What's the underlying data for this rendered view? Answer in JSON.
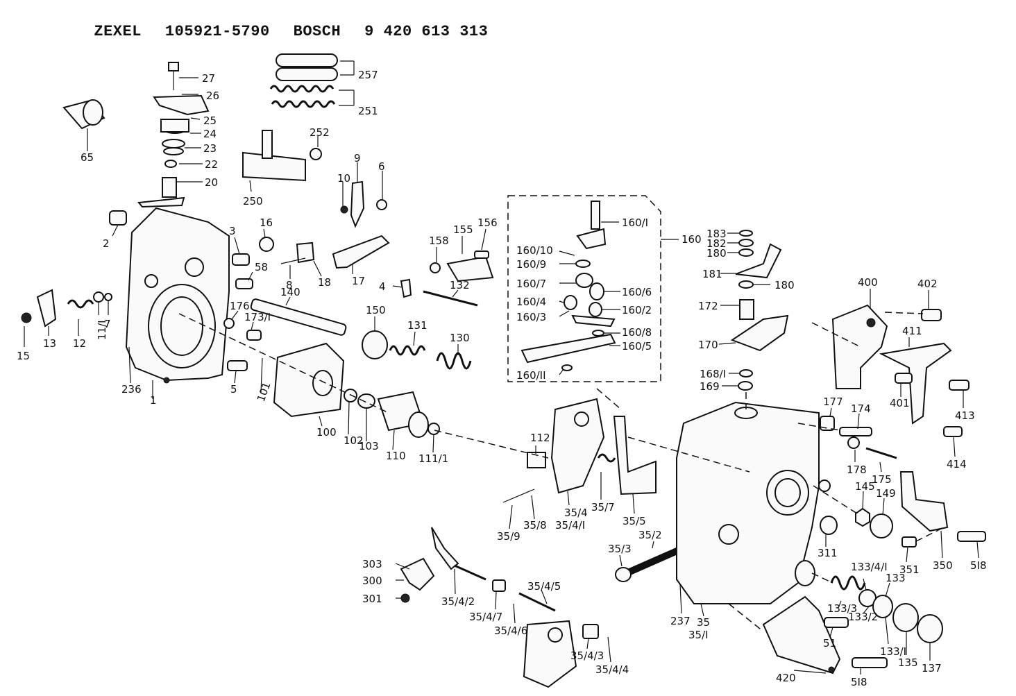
{
  "header": {
    "brand1": "ZEXEL",
    "part1": "105921-5790",
    "brand2": "BOSCH",
    "part2": "9 420 613 313"
  },
  "labels": {
    "l27": "27",
    "l26": "26",
    "l25": "25",
    "l24": "24",
    "l23": "23",
    "l22": "22",
    "l20": "20",
    "l65": "65",
    "l257": "257",
    "l251": "251",
    "l252": "252",
    "l250": "250",
    "l9": "9",
    "l10": "10",
    "l6": "6",
    "l2": "2",
    "l3": "3",
    "l16": "16",
    "l58": "58",
    "l8": "8",
    "l18": "18",
    "l17": "17",
    "l4": "4",
    "l158": "158",
    "l155": "155",
    "l156": "156",
    "l132": "132",
    "l140": "140",
    "l176": "176",
    "l173_1": "173/I",
    "l150": "150",
    "l131": "131",
    "l130": "130",
    "l15": "15",
    "l13": "13",
    "l12": "12",
    "l11_1": "11/I",
    "l7": "7",
    "l236": "236",
    "l1": "1",
    "l5": "5",
    "l101": "101",
    "l100": "100",
    "l102": "102",
    "l103": "103",
    "l110": "110",
    "l111_1": "111/1",
    "l112": "112",
    "l35_4": "35/4",
    "l35_4_1": "35/4/I",
    "l35_7": "35/7",
    "l35_5": "35/5",
    "l35_9": "35/9",
    "l35_8": "35/8",
    "l35_3": "35/3",
    "l35_2": "35/2",
    "l303": "303",
    "l300": "300",
    "l301": "301",
    "l35_4_2": "35/4/2",
    "l35_4_5": "35/4/5",
    "l35_4_7": "35/4/7",
    "l35_4_6": "35/4/6",
    "l35_4_3": "35/4/3",
    "l35_4_4": "35/4/4",
    "l160_1": "160/I",
    "l160": "160",
    "l160_10": "160/10",
    "l160_9": "160/9",
    "l160_7": "160/7",
    "l160_6": "160/6",
    "l160_4": "160/4",
    "l160_2": "160/2",
    "l160_3": "160/3",
    "l160_8": "160/8",
    "l160_5": "160/5",
    "l160_11": "160/II",
    "l183": "183",
    "l182": "182",
    "l180a": "180",
    "l181": "181",
    "l180b": "180",
    "l172": "172",
    "l170": "170",
    "l168_1": "168/I",
    "l169": "169",
    "l400": "400",
    "l402": "402",
    "l411": "411",
    "l401": "401",
    "l413": "413",
    "l414": "414",
    "l177": "177",
    "l174": "174",
    "l178": "178",
    "l175": "175",
    "l145": "145",
    "l149": "149",
    "l311": "311",
    "l351": "351",
    "l350": "350",
    "l518a": "5I8",
    "l518b": "5I8",
    "l133_4_1": "133/4/I",
    "l133": "133",
    "l133_3": "133/3",
    "l133_2": "133/2",
    "l133_1": "133/I",
    "l135": "135",
    "l137": "137",
    "l51": "51",
    "l420": "420",
    "l237": "237",
    "l35": "35",
    "l35_1": "35/I"
  }
}
